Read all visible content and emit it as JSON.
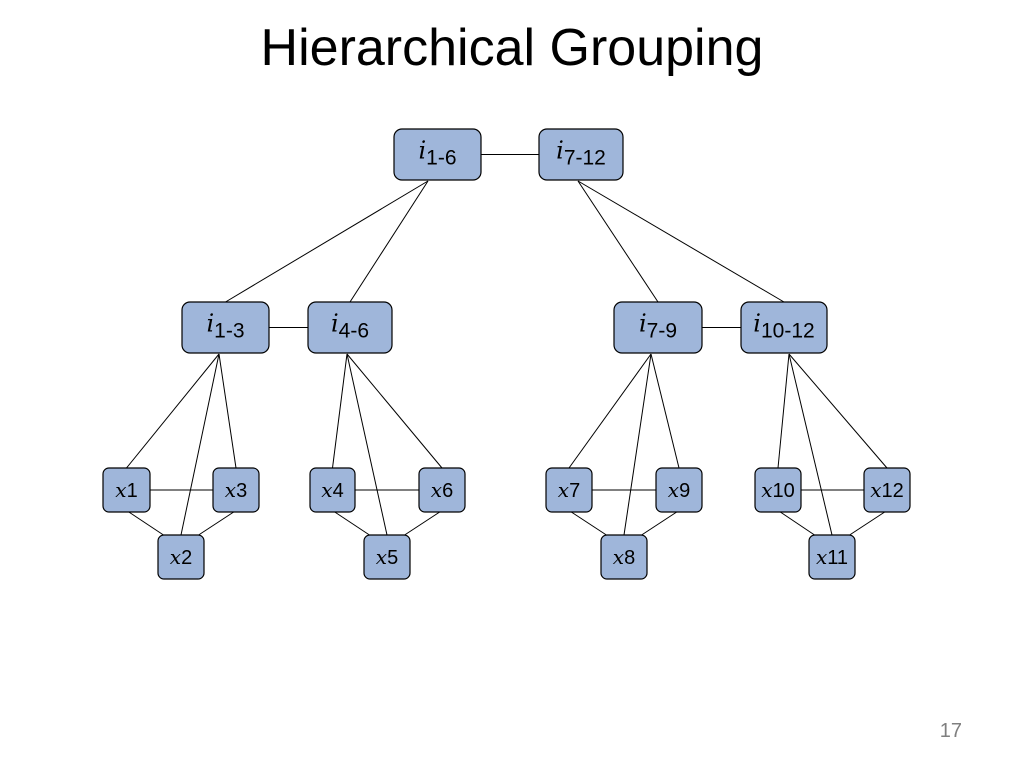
{
  "slide": {
    "title": "Hierarchical Grouping",
    "page_number": "17"
  },
  "colors": {
    "node_fill": "#9fb6da",
    "node_stroke": "#000000",
    "edge": "#000000"
  },
  "nodes": [
    {
      "id": "i1-6",
      "var": "i",
      "sub": "1-6",
      "level": "top"
    },
    {
      "id": "i7-12",
      "var": "i",
      "sub": "7-12",
      "level": "top"
    },
    {
      "id": "i1-3",
      "var": "i",
      "sub": "1-3",
      "level": "middle"
    },
    {
      "id": "i4-6",
      "var": "i",
      "sub": "4-6",
      "level": "middle"
    },
    {
      "id": "i7-9",
      "var": "i",
      "sub": "7-9",
      "level": "middle"
    },
    {
      "id": "i10-12",
      "var": "i",
      "sub": "10-12",
      "level": "middle"
    },
    {
      "id": "x1",
      "var": "x",
      "sub": "1",
      "level": "leaf"
    },
    {
      "id": "x2",
      "var": "x",
      "sub": "2",
      "level": "leaf"
    },
    {
      "id": "x3",
      "var": "x",
      "sub": "3",
      "level": "leaf"
    },
    {
      "id": "x4",
      "var": "x",
      "sub": "4",
      "level": "leaf"
    },
    {
      "id": "x5",
      "var": "x",
      "sub": "5",
      "level": "leaf"
    },
    {
      "id": "x6",
      "var": "x",
      "sub": "6",
      "level": "leaf"
    },
    {
      "id": "x7",
      "var": "x",
      "sub": "7",
      "level": "leaf"
    },
    {
      "id": "x8",
      "var": "x",
      "sub": "8",
      "level": "leaf"
    },
    {
      "id": "x9",
      "var": "x",
      "sub": "9",
      "level": "leaf"
    },
    {
      "id": "x10",
      "var": "x",
      "sub": "10",
      "level": "leaf"
    },
    {
      "id": "x11",
      "var": "x",
      "sub": "11",
      "level": "leaf"
    },
    {
      "id": "x12",
      "var": "x",
      "sub": "12",
      "level": "leaf"
    }
  ],
  "edges": [
    [
      "i1-6",
      "i7-12"
    ],
    [
      "i1-6",
      "i1-3"
    ],
    [
      "i1-6",
      "i4-6"
    ],
    [
      "i7-12",
      "i7-9"
    ],
    [
      "i7-12",
      "i10-12"
    ],
    [
      "i1-3",
      "i4-6"
    ],
    [
      "i7-9",
      "i10-12"
    ],
    [
      "i1-3",
      "x1"
    ],
    [
      "i1-3",
      "x2"
    ],
    [
      "i1-3",
      "x3"
    ],
    [
      "i4-6",
      "x4"
    ],
    [
      "i4-6",
      "x5"
    ],
    [
      "i4-6",
      "x6"
    ],
    [
      "i7-9",
      "x7"
    ],
    [
      "i7-9",
      "x8"
    ],
    [
      "i7-9",
      "x9"
    ],
    [
      "i10-12",
      "x10"
    ],
    [
      "i10-12",
      "x11"
    ],
    [
      "i10-12",
      "x12"
    ],
    [
      "x1",
      "x3"
    ],
    [
      "x1",
      "x2"
    ],
    [
      "x2",
      "x3"
    ],
    [
      "x4",
      "x6"
    ],
    [
      "x4",
      "x5"
    ],
    [
      "x5",
      "x6"
    ],
    [
      "x7",
      "x9"
    ],
    [
      "x7",
      "x8"
    ],
    [
      "x8",
      "x9"
    ],
    [
      "x10",
      "x12"
    ],
    [
      "x10",
      "x11"
    ],
    [
      "x11",
      "x12"
    ]
  ]
}
